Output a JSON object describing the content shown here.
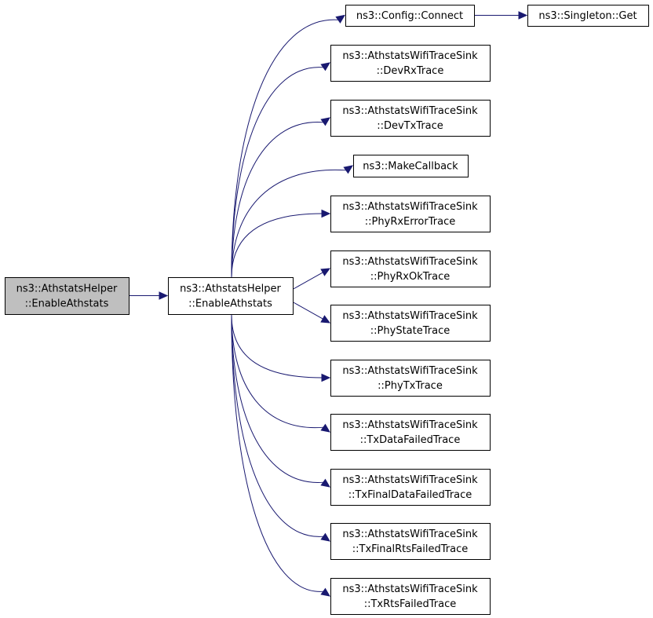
{
  "colors": {
    "edge": "#191970",
    "root_fill": "#bfbfbf",
    "node_fill": "#ffffff",
    "border": "#000000"
  },
  "nodes": [
    {
      "id": "root",
      "lines": [
        "ns3::AthstatsHelper",
        "::EnableAthstats"
      ],
      "highlight": true
    },
    {
      "id": "enable",
      "lines": [
        "ns3::AthstatsHelper",
        "::EnableAthstats"
      ]
    },
    {
      "id": "connect",
      "lines": [
        "ns3::Config::Connect"
      ]
    },
    {
      "id": "singleton",
      "lines": [
        "ns3::Singleton::Get"
      ]
    },
    {
      "id": "devrx",
      "lines": [
        "ns3::AthstatsWifiTraceSink",
        "::DevRxTrace"
      ]
    },
    {
      "id": "devtx",
      "lines": [
        "ns3::AthstatsWifiTraceSink",
        "::DevTxTrace"
      ]
    },
    {
      "id": "makecb",
      "lines": [
        "ns3::MakeCallback"
      ]
    },
    {
      "id": "phyrxerr",
      "lines": [
        "ns3::AthstatsWifiTraceSink",
        "::PhyRxErrorTrace"
      ]
    },
    {
      "id": "phyrxok",
      "lines": [
        "ns3::AthstatsWifiTraceSink",
        "::PhyRxOkTrace"
      ]
    },
    {
      "id": "phystate",
      "lines": [
        "ns3::AthstatsWifiTraceSink",
        "::PhyStateTrace"
      ]
    },
    {
      "id": "phytx",
      "lines": [
        "ns3::AthstatsWifiTraceSink",
        "::PhyTxTrace"
      ]
    },
    {
      "id": "txdata",
      "lines": [
        "ns3::AthstatsWifiTraceSink",
        "::TxDataFailedTrace"
      ]
    },
    {
      "id": "txfinaldata",
      "lines": [
        "ns3::AthstatsWifiTraceSink",
        "::TxFinalDataFailedTrace"
      ]
    },
    {
      "id": "txfinalrts",
      "lines": [
        "ns3::AthstatsWifiTraceSink",
        "::TxFinalRtsFailedTrace"
      ]
    },
    {
      "id": "txrts",
      "lines": [
        "ns3::AthstatsWifiTraceSink",
        "::TxRtsFailedTrace"
      ]
    }
  ],
  "edges": [
    [
      "root",
      "enable"
    ],
    [
      "enable",
      "connect"
    ],
    [
      "connect",
      "singleton"
    ],
    [
      "enable",
      "devrx"
    ],
    [
      "enable",
      "devtx"
    ],
    [
      "enable",
      "makecb"
    ],
    [
      "enable",
      "phyrxerr"
    ],
    [
      "enable",
      "phyrxok"
    ],
    [
      "enable",
      "phystate"
    ],
    [
      "enable",
      "phytx"
    ],
    [
      "enable",
      "txdata"
    ],
    [
      "enable",
      "txfinaldata"
    ],
    [
      "enable",
      "txfinalrts"
    ],
    [
      "enable",
      "txrts"
    ]
  ]
}
